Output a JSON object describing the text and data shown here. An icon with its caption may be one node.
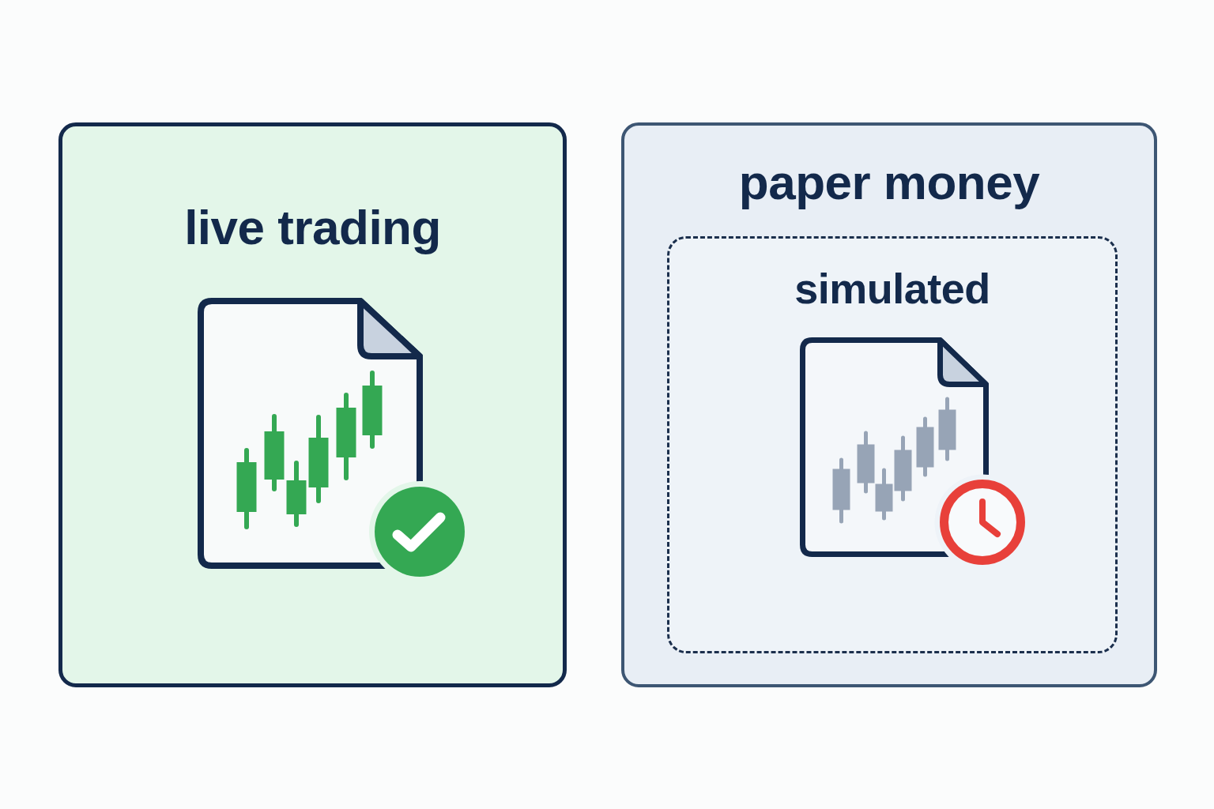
{
  "diagram": {
    "nodes": [
      {
        "text": [
          "live trading"
        ]
      },
      {
        "text": [
          "paper money"
        ]
      },
      {
        "text": [
          "simulated"
        ],
        "in": 1
      }
    ]
  }
}
